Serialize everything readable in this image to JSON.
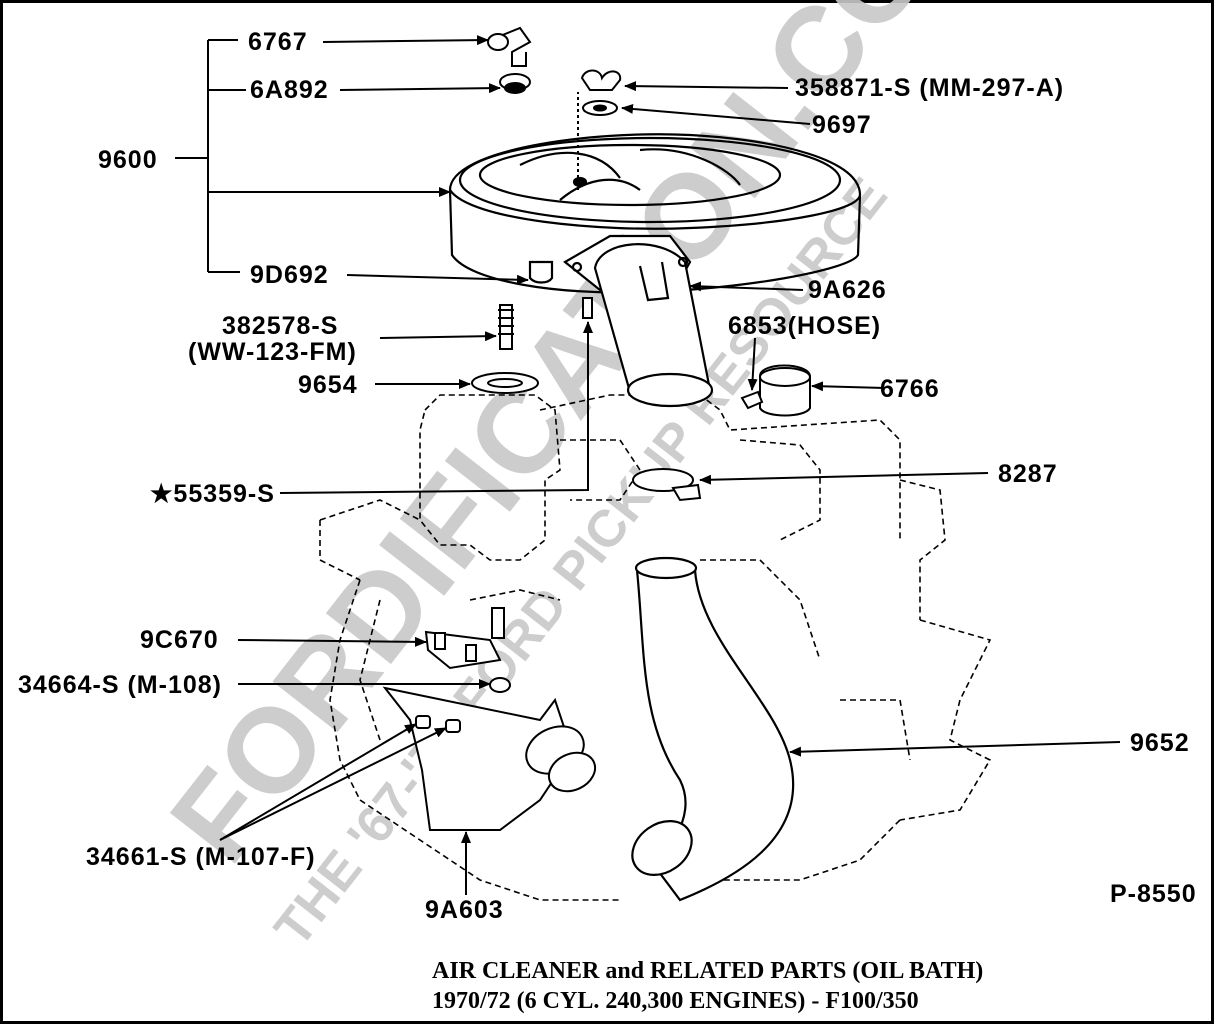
{
  "diagram": {
    "watermark_line1": "FORDIFICATION.COM",
    "watermark_line2": "THE '67-'72 FORD PICKUP RESOURCE",
    "figure_id": "P-8550",
    "caption_line1": "AIR CLEANER and RELATED PARTS (OIL BATH)",
    "caption_line2": "1970/72  (6 CYL. 240,300 ENGINES) - F100/350",
    "labels": {
      "p6767": "6767",
      "p6a892": "6A892",
      "p9600": "9600",
      "p9d692": "9D692",
      "p358871": "358871-S (MM-297-A)",
      "p9697": "9697",
      "p9a626": "9A626",
      "p382578": "382578-S",
      "p382578b": "(WW-123-FM)",
      "p9654": "9654",
      "p6853": "6853(HOSE)",
      "p6766": "6766",
      "p55359": "★55359-S",
      "p8287": "8287",
      "p9c670": "9C670",
      "p34664": "34664-S (M-108)",
      "p9652": "9652",
      "p34661": "34661-S (M-107-F)",
      "p9a603": "9A603"
    }
  }
}
